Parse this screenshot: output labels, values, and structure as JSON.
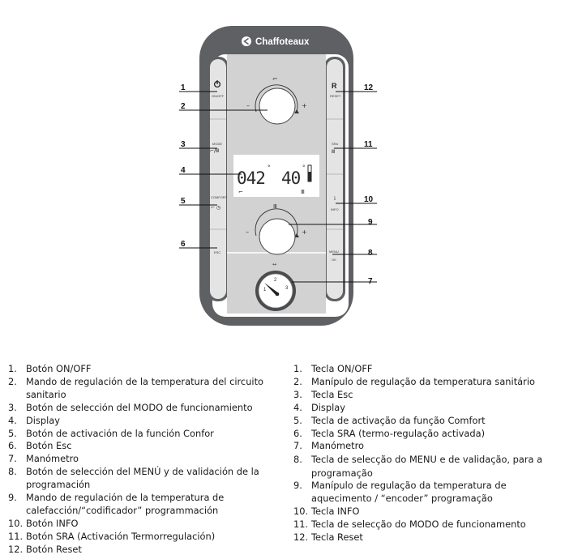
{
  "brand": "Chaffoteaux",
  "panel": {
    "display_left": "042",
    "display_right": "40",
    "labels": {
      "onoff": "ON/OFF",
      "mode": "MODE",
      "comfort": "COMFORT",
      "esc": "ESC",
      "reset_glyph": "R",
      "reset": "RESET",
      "sra": "SRA",
      "info_glyph": "i",
      "info": "INFO",
      "menu": "MENU",
      "ok": "OK",
      "gauge_ticks": [
        "1",
        "2",
        "3"
      ]
    }
  },
  "callouts": [
    "1",
    "2",
    "3",
    "4",
    "5",
    "6",
    "7",
    "8",
    "9",
    "10",
    "11",
    "12"
  ],
  "legend_es": [
    {
      "n": "1.",
      "text": "Botón ON/OFF"
    },
    {
      "n": "2.",
      "text": "Mando de regulación de la temperatura del circuito sanitario"
    },
    {
      "n": "3.",
      "text": "Botón de selección del MODO de funcionamiento"
    },
    {
      "n": "4.",
      "text": "Display"
    },
    {
      "n": "5.",
      "text": "Botón de activación de la función Confor"
    },
    {
      "n": "6.",
      "text": "Botón Esc"
    },
    {
      "n": "7.",
      "text": "Manómetro"
    },
    {
      "n": "8.",
      "text": "Botón de selección del MENÚ y de validación de la programación"
    },
    {
      "n": "9.",
      "text": "Mando de regulación de la temperatura de calefacción/“codificador” programmación"
    },
    {
      "n": "10.",
      "text": "Botón INFO"
    },
    {
      "n": "11.",
      "text": "Botón SRA (Activación Termorregulación)"
    },
    {
      "n": "12.",
      "text": "Botón Reset"
    }
  ],
  "legend_pt": [
    {
      "n": "1.",
      "text": "Tecla ON/OFF"
    },
    {
      "n": "2.",
      "text": "Manípulo de regulação da temperatura sanitário"
    },
    {
      "n": "3.",
      "text": "Tecla Esc"
    },
    {
      "n": "4.",
      "text": "Display"
    },
    {
      "n": "5.",
      "text": "Tecla de activação da função Comfort"
    },
    {
      "n": "6.",
      "text": "Tecla SRA (termo-regulação activada)"
    },
    {
      "n": "7.",
      "text": "Manómetro"
    },
    {
      "n": "8.",
      "text": "Tecla de selecção do MENU e de validação, para a programação"
    },
    {
      "n": "9.",
      "text": "Manípulo de regulação da temperatura de aquecimento / “encoder” programação"
    },
    {
      "n": "10.",
      "text": "Tecla INFO"
    },
    {
      "n": "11.",
      "text": "Tecla de selecção do MODO de funcionamento"
    },
    {
      "n": "12.",
      "text": "Tecla Reset"
    }
  ]
}
